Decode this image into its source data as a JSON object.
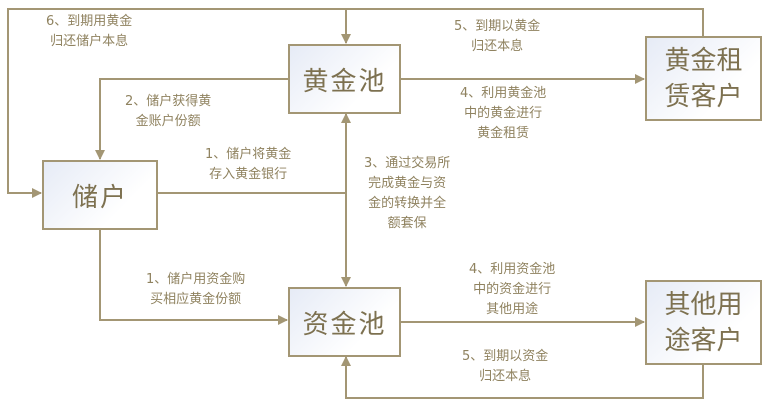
{
  "nodes": {
    "gold_pool": "黄金池",
    "depositor": "储户",
    "fund_pool": "资金池",
    "gold_lease_client": "黄金租赁客户",
    "other_client": "其他用途客户"
  },
  "edges": {
    "step1_deposit": "1、储户将黄金\n存入黄金银行",
    "step1_buy": "1、储户用资金购\n买相应黄金份额",
    "step2": "2、储户获得黄\n金账户份额",
    "step3": "3、通过交易所\n完成黄金与资\n金的转换并全\n额套保",
    "step4_gold": "4、利用黄金池\n中的黄金进行\n黄金租赁",
    "step4_fund": "4、利用资金池\n中的资金进行\n其他用途",
    "step5_gold": "5、到期以黄金\n归还本息",
    "step5_fund": "5、到期以资金\n归还本息",
    "step6": "6、到期用黄金\n归还储户本息"
  },
  "colors": {
    "line": "#a39674",
    "text": "#8c7f5c"
  }
}
